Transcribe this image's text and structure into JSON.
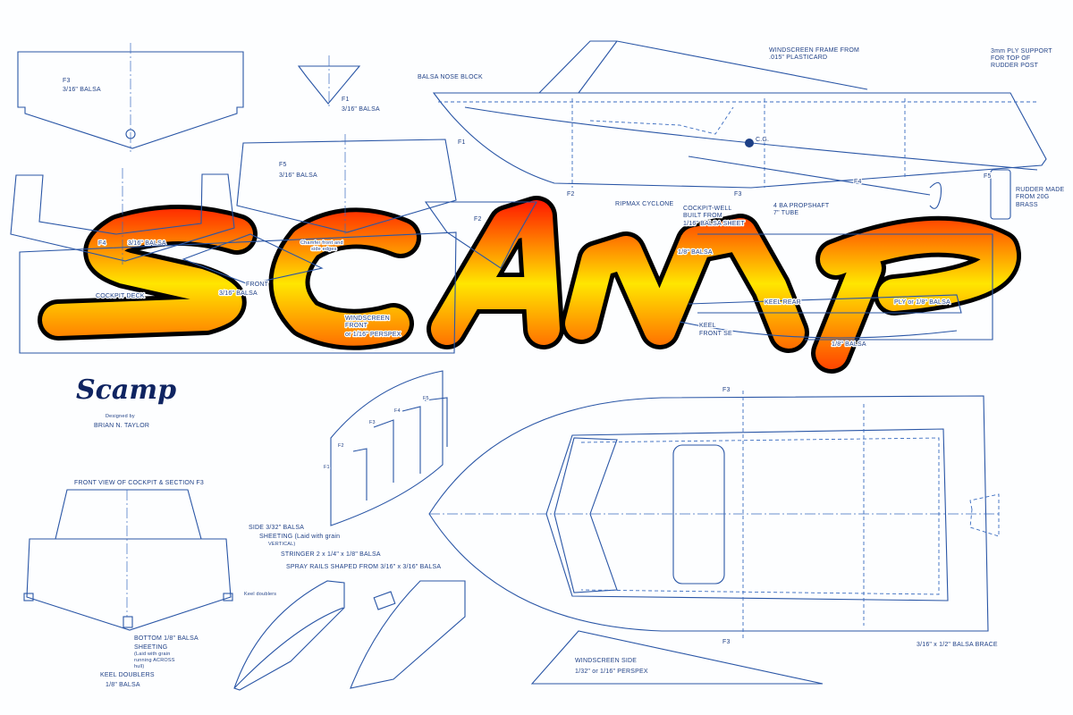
{
  "colors": {
    "blueprint_line": "#2a56a6",
    "label_text": "#1d3f86",
    "logo_top": "#ff1a00",
    "logo_mid": "#ffe600",
    "logo_outline": "#000000"
  },
  "logo": {
    "text": "SCAMP"
  },
  "title_block": {
    "title": "Scamp",
    "designed_by": "Designed by",
    "designer": "BRIAN N. TAYLOR"
  },
  "formers": {
    "f3": {
      "name": "F3",
      "material": "3/16\" BALSA"
    },
    "f1": {
      "name": "F1",
      "material": "3/16\" BALSA"
    },
    "f5": {
      "name": "F5",
      "material": "3/16\" BALSA"
    },
    "f4": {
      "name": "F4",
      "material": "3/16\" BALSA"
    },
    "f2": {
      "name": "F2"
    },
    "chamfer_note": [
      "Chamfer front and",
      "side edges"
    ],
    "front": {
      "name": "FRONT",
      "material": "3/16\" BALSA"
    },
    "windscreen_front": [
      "WINDSCREEN",
      "FRONT",
      "or 1/16\" PERSPEX"
    ],
    "cockpit_deck": "COCKPIT DECK"
  },
  "side_view": {
    "nose_block": "BALSA NOSE BLOCK",
    "windscreen_frame": [
      "WINDSCREEN FRAME FROM",
      ".015\" PLASTICARD"
    ],
    "ply_support": [
      "3mm PLY SUPPORT",
      "FOR TOP OF",
      "RUDDER POST"
    ],
    "cg": "C.G.",
    "station_labels": [
      "F1",
      "F2",
      "F3",
      "F4",
      "F5"
    ],
    "motor": "RIPMAX CYCLONE",
    "cockpit_well": [
      "COCKPIT-WELL",
      "BUILT FROM",
      "1/16\" BALSA SHEET"
    ],
    "propshaft": [
      "4 BA PROPSHAFT",
      "7\" TUBE"
    ],
    "rudder": [
      "RUDDER MADE",
      "FROM 20G",
      "BRASS"
    ]
  },
  "keel_parts": {
    "balsa_1_8_a": "1/8\" BALSA",
    "keel_rear": "KEEL REAR",
    "ply_or_balsa": "PLY or 1/8\" BALSA",
    "keel_front": [
      "KEEL",
      "FRONT SE"
    ],
    "balsa_1_8_b": "1/8\" BALSA"
  },
  "front_view": {
    "heading": "FRONT VIEW OF COCKPIT & SECTION F3",
    "side_sheeting": [
      "SIDE 3/32\" BALSA",
      "SHEETING (Laid with grain",
      "VERTICAL)"
    ],
    "stringer": "STRINGER 2 x 1/4\" x 1/8\" BALSA",
    "spray_rails": "SPRAY RAILS SHAPED FROM 3/16\" x 3/16\" BALSA",
    "bottom_sheeting": [
      "BOTTOM 1/8\" BALSA",
      "SHEETING",
      "(Laid with grain",
      "running ACROSS",
      "hull)"
    ],
    "keel_doublers": [
      "KEEL DOUBLERS",
      "1/8\" BALSA"
    ]
  },
  "isometric": {
    "formers": [
      "F1",
      "F2",
      "F3",
      "F4",
      "F5"
    ],
    "keel_doublers": "Keel doublers"
  },
  "plan_view": {
    "section_mark": "F3",
    "windscreen_side": [
      "WINDSCREEN SIDE",
      "1/32\" or 1/16\" PERSPEX"
    ],
    "brace": "3/16\" x 1/2\" BALSA BRACE"
  }
}
